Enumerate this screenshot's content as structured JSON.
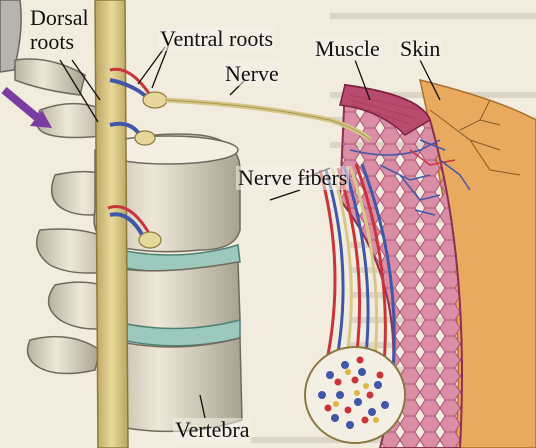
{
  "labels": {
    "dorsal_roots": "Dorsal roots",
    "ventral_roots": "Ventral roots",
    "nerve": "Nerve",
    "muscle": "Muscle",
    "skin": "Skin",
    "nerve_fibers": "Nerve fibers",
    "vertebra": "Vertebra"
  },
  "colors": {
    "background": "#f2ecdf",
    "bone": "#e7e1cf",
    "bone_shadow": "#a9a390",
    "spinal_cord": "#d8c78a",
    "ganglion": "#e8d79a",
    "disc": "#9cc8bd",
    "muscle": "#b84a6e",
    "skin": "#e7a65c",
    "nerve_blue": "#3e57a8",
    "nerve_red": "#c8343a",
    "arrow": "#7a3ca0"
  },
  "icons": {
    "direction_arrow": "purple-arrow-icon"
  }
}
